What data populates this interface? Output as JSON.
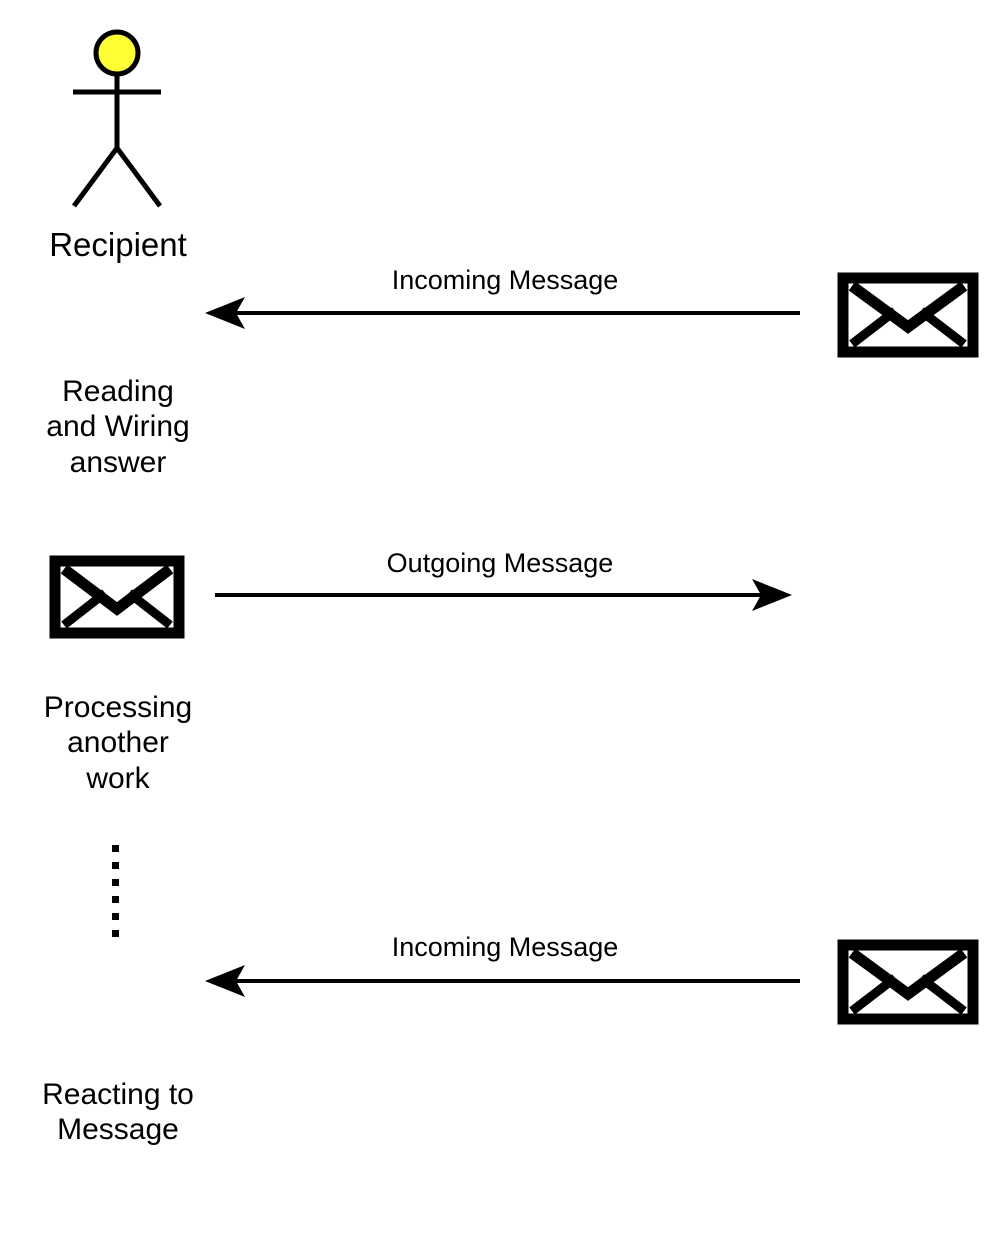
{
  "diagram": {
    "type": "sequence-diagram",
    "background_color": "#ffffff",
    "stroke_color": "#000000",
    "actor": {
      "name": "recipient-actor",
      "label": "Recipient",
      "head_fill": "#ffff33",
      "head_stroke": "#000000"
    },
    "states": [
      {
        "name": "reading-state",
        "label": "Reading\nand Wiring\nanswer"
      },
      {
        "name": "processing-state",
        "label": "Processing\nanother\nwork"
      },
      {
        "name": "reacting-state",
        "label": "Reacting to\nMessage"
      }
    ],
    "ellipsis": {
      "name": "vertical-ellipsis",
      "dot_count": 6
    },
    "messages": [
      {
        "name": "incoming-message-1",
        "label": "Incoming Message",
        "direction": "left",
        "envelope_side": "right"
      },
      {
        "name": "outgoing-message",
        "label": "Outgoing Message",
        "direction": "right",
        "envelope_side": "left"
      },
      {
        "name": "incoming-message-2",
        "label": "Incoming Message",
        "direction": "left",
        "envelope_side": "right"
      }
    ],
    "envelopes": [
      {
        "name": "envelope-icon-incoming-1"
      },
      {
        "name": "envelope-icon-outgoing"
      },
      {
        "name": "envelope-icon-incoming-2"
      }
    ]
  }
}
